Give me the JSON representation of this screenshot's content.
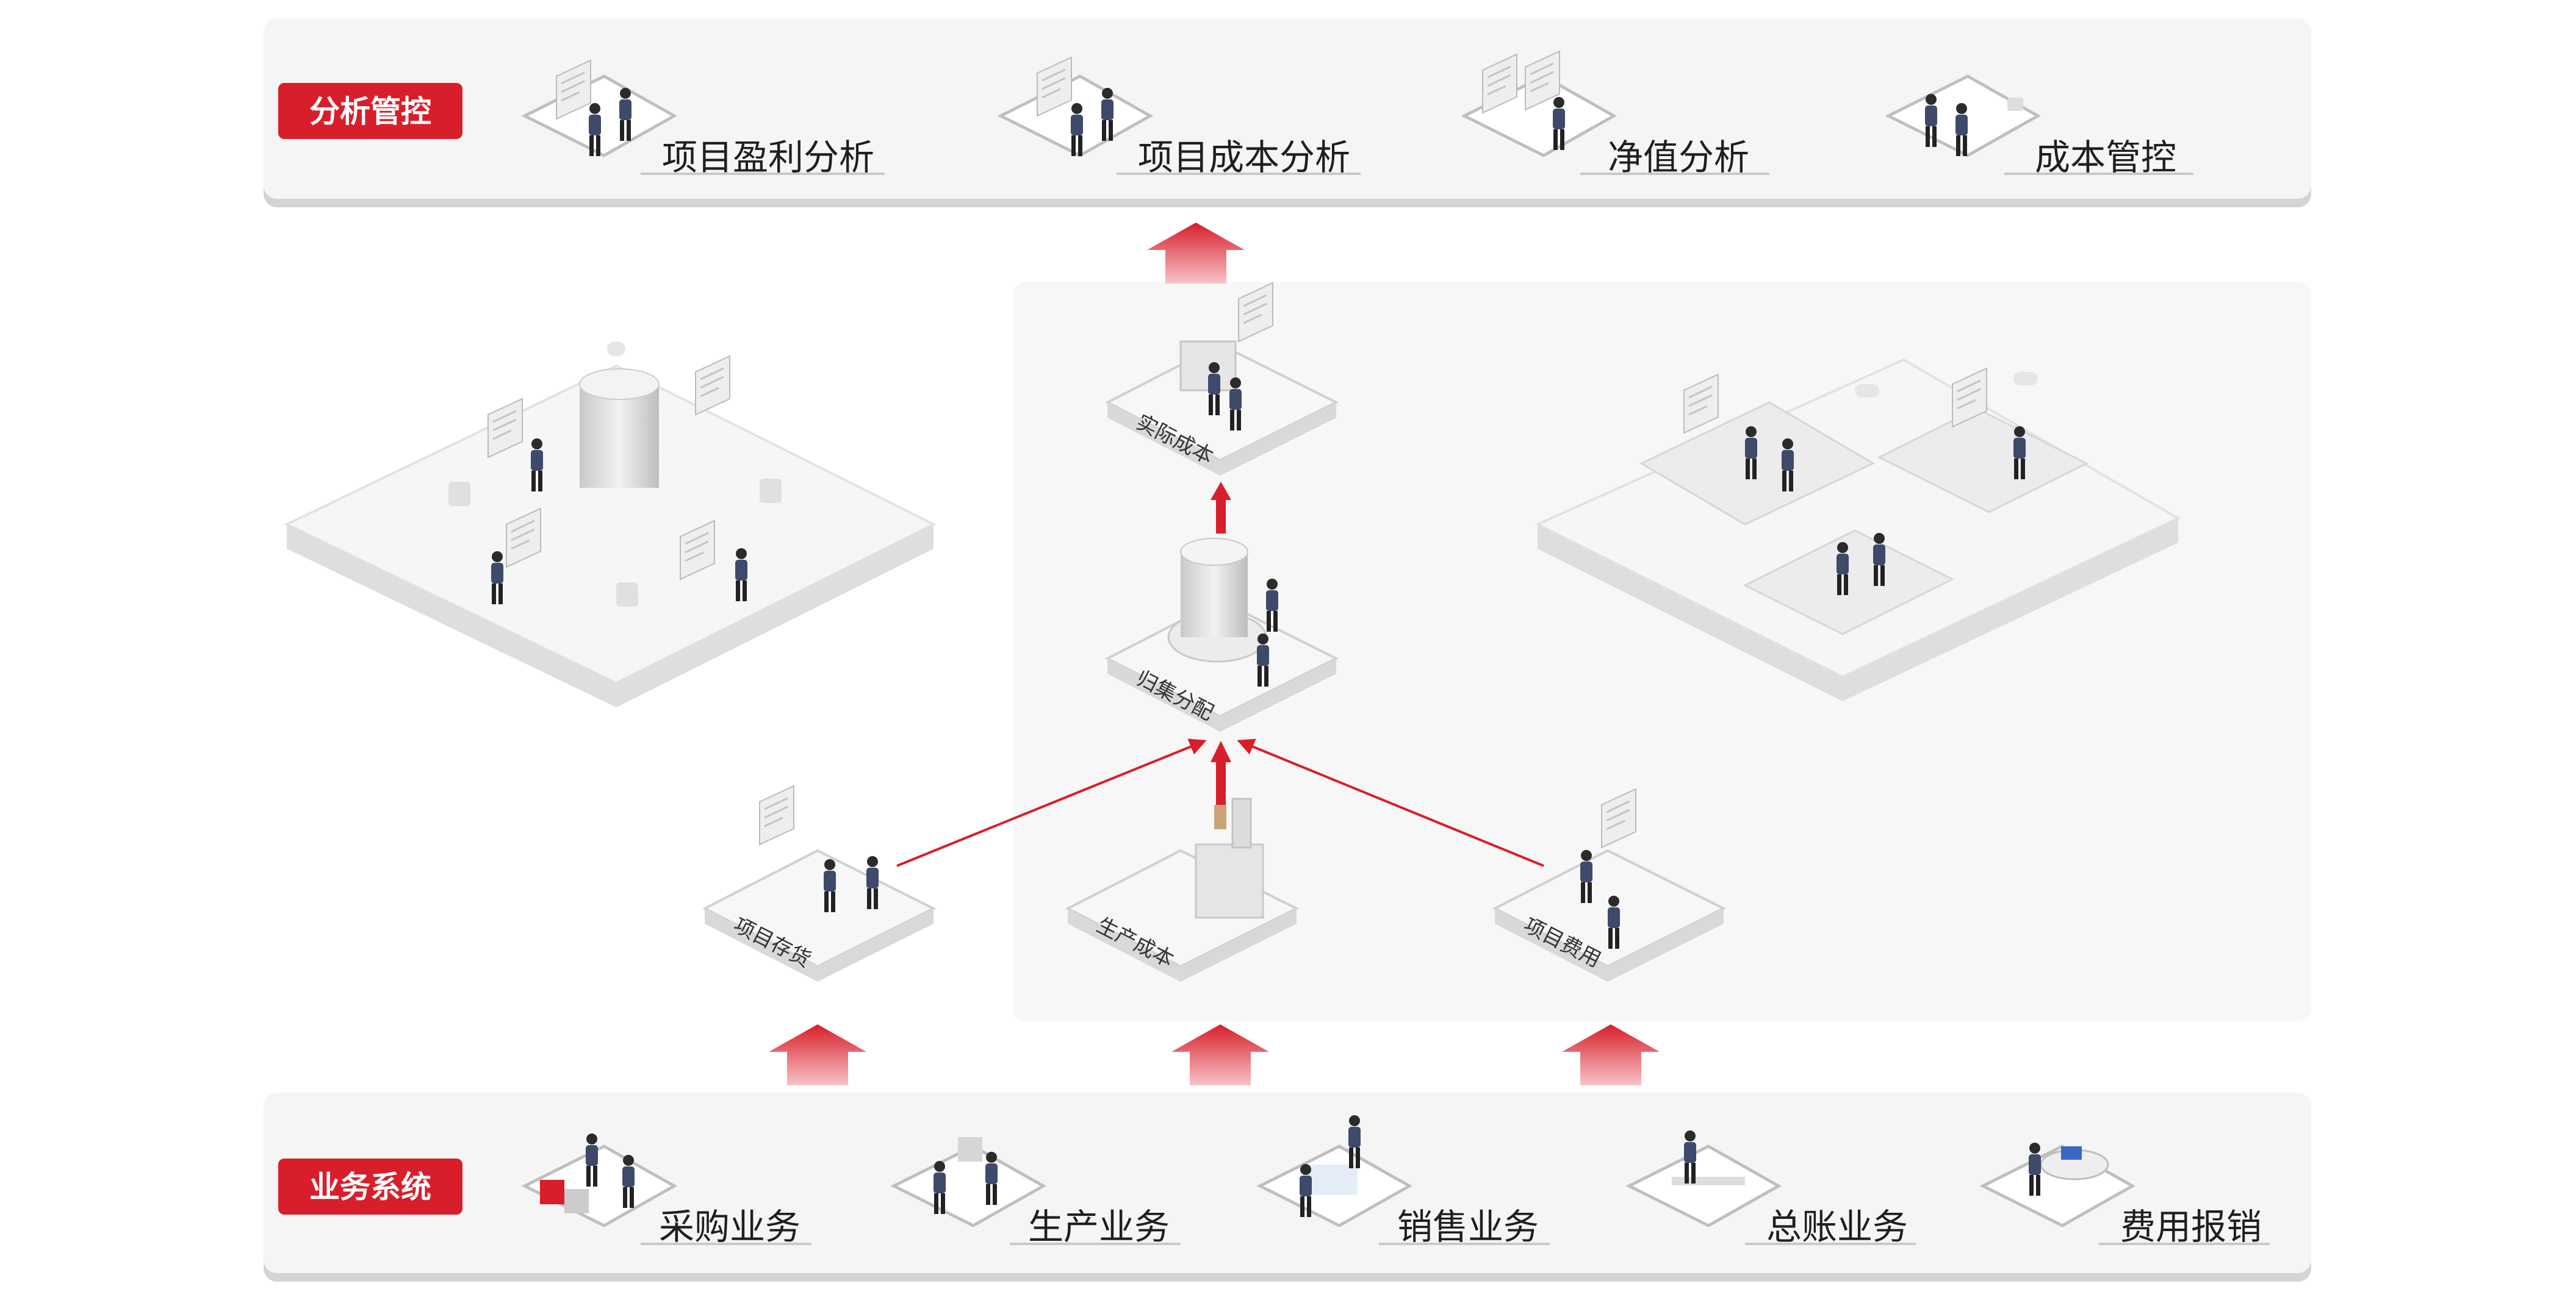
{
  "colors": {
    "accent": "#d81e2a",
    "panel": "#f5f5f5",
    "tile_top": "#f7f7f7",
    "tile_side": "#d9d9d9"
  },
  "analysis": {
    "badge": "分析管控",
    "items": [
      "项目盈利分析",
      "项目成本分析",
      "净值分析",
      "成本管控"
    ]
  },
  "business": {
    "badge": "业务系统",
    "items": [
      "采购业务",
      "生产业务",
      "销售业务",
      "总账业务",
      "费用报销"
    ]
  },
  "flow": {
    "actual_cost": "实际成本",
    "allocation": "归集分配",
    "inputs": [
      "项目存货",
      "生产成本",
      "项目费用"
    ]
  }
}
